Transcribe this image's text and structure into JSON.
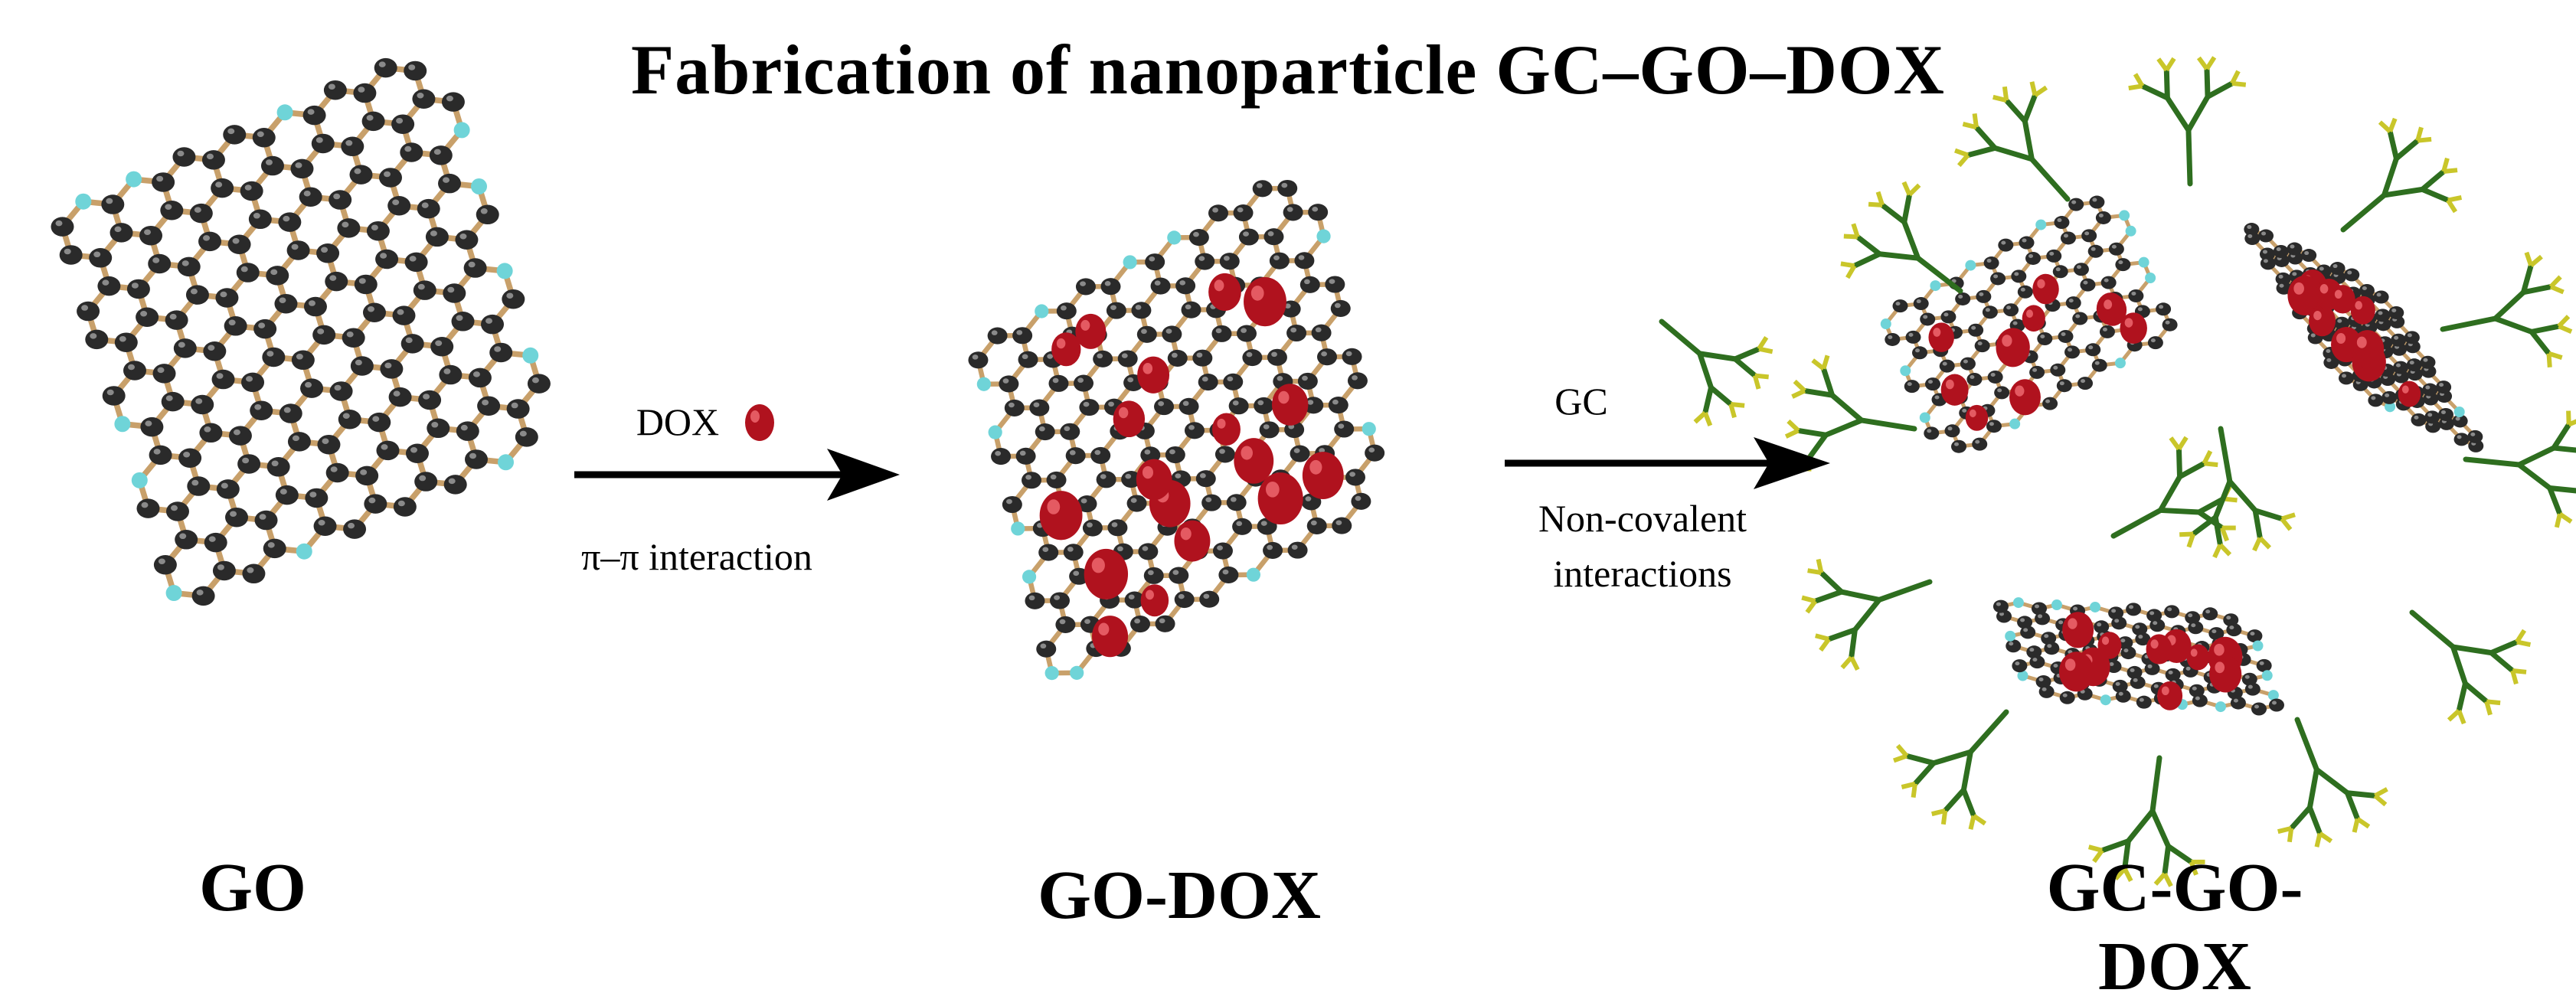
{
  "title": "Fabrication of nanoparticle GC–GO–DOX",
  "stages": [
    {
      "label": "GO"
    },
    {
      "label": "GO-DOX"
    },
    {
      "label": "GC-GO-DOX"
    }
  ],
  "arrows": [
    {
      "top_label": "DOX",
      "bottom_label": "π–π interaction"
    },
    {
      "top_label": "GC",
      "bottom_label_line1": "Non-covalent",
      "bottom_label_line2": "interactions"
    }
  ],
  "colors": {
    "bond": "#c8a06a",
    "carbon": "#2a2a2a",
    "terminal": "#6fd4d8",
    "dox": "#b0121e",
    "gc_branch": "#2e6e1f",
    "gc_tip": "#c9c62a",
    "arrow": "#000000"
  }
}
